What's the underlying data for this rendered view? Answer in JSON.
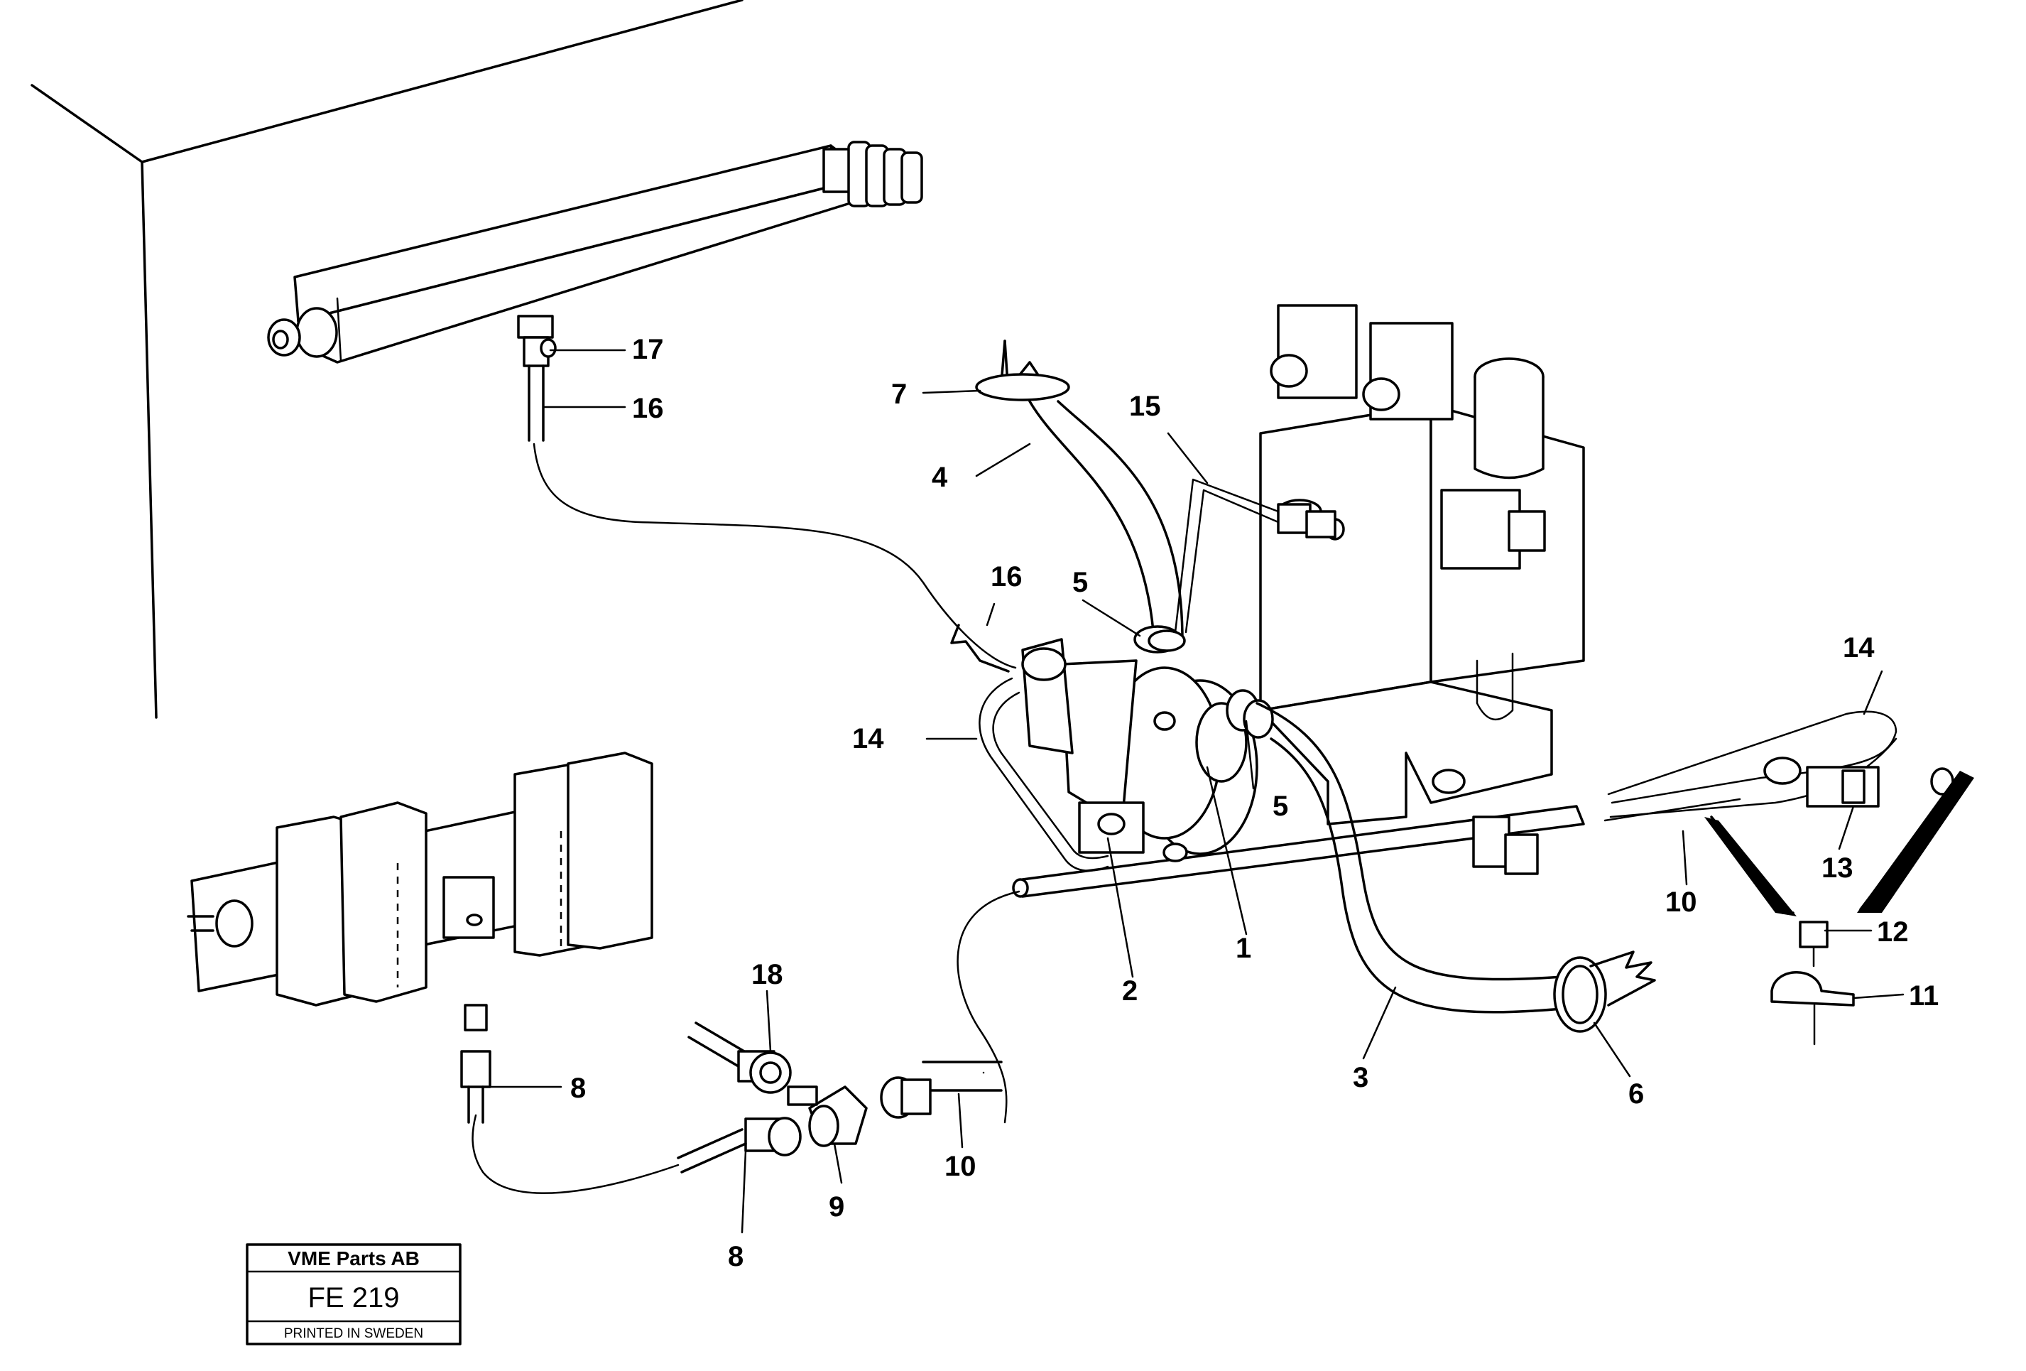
{
  "callouts": [
    {
      "id": "c1",
      "label": "1"
    },
    {
      "id": "c2",
      "label": "2"
    },
    {
      "id": "c3",
      "label": "3"
    },
    {
      "id": "c4",
      "label": "4"
    },
    {
      "id": "c5a",
      "label": "5"
    },
    {
      "id": "c5b",
      "label": "5"
    },
    {
      "id": "c6",
      "label": "6"
    },
    {
      "id": "c7",
      "label": "7"
    },
    {
      "id": "c8a",
      "label": "8"
    },
    {
      "id": "c8b",
      "label": "8"
    },
    {
      "id": "c9",
      "label": "9"
    },
    {
      "id": "c10a",
      "label": "10"
    },
    {
      "id": "c10b",
      "label": "10"
    },
    {
      "id": "c11",
      "label": "11"
    },
    {
      "id": "c12",
      "label": "12"
    },
    {
      "id": "c13",
      "label": "13"
    },
    {
      "id": "c14a",
      "label": "14"
    },
    {
      "id": "c14b",
      "label": "14"
    },
    {
      "id": "c15",
      "label": "15"
    },
    {
      "id": "c16a",
      "label": "16"
    },
    {
      "id": "c16b",
      "label": "16"
    },
    {
      "id": "c17",
      "label": "17"
    },
    {
      "id": "c18",
      "label": "18"
    }
  ],
  "stamp": {
    "company": "VME Parts AB",
    "code": "FE 219",
    "printed": "PRINTED IN SWEDEN"
  }
}
